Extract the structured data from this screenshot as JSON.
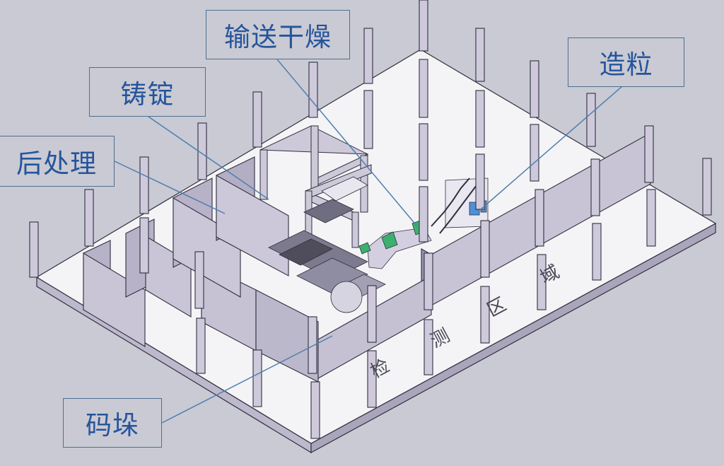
{
  "labels": {
    "drying": "输送干燥",
    "ingot": "铸锭",
    "post_treatment": "后处理",
    "granulation": "造粒",
    "stacking": "码垛"
  },
  "floor_marks": [
    "检",
    "测",
    "区",
    "域"
  ],
  "colors": {
    "background": "#c9cad3",
    "wall": "#c8c4d6",
    "wall_dark": "#8f8ba3",
    "floor": "#f4f4f6",
    "pillar": "#cfcadb",
    "outline": "#303040",
    "label_text": "#26549c",
    "label_border": "#4f6f93",
    "leader_line": "#4f7fb0",
    "equipment_accent": "#3cb06e"
  }
}
